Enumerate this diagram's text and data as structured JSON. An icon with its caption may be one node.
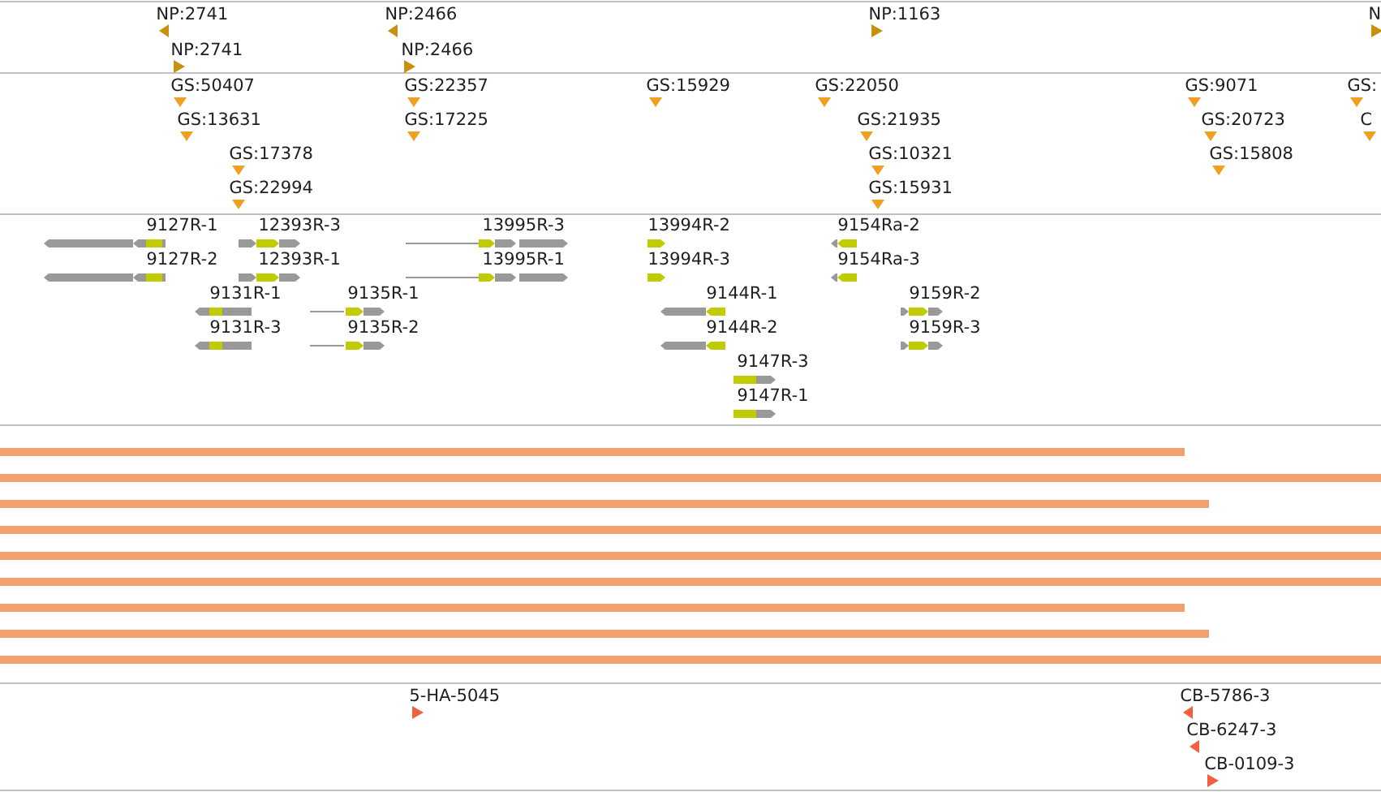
{
  "diagram": {
    "labels": [
      "NP:2741",
      "NP:2466",
      "NP:1163",
      "N",
      "NP:2741",
      "NP:2466",
      "GS:50407",
      "GS:22357",
      "GS:15929",
      "GS:22050",
      "GS:9071",
      "GS:",
      "GS:13631",
      "GS:17225",
      "GS:21935",
      "GS:20723",
      "C",
      "GS:17378",
      "GS:10321",
      "GS:15808",
      "GS:22994",
      "GS:15931",
      "9127R-1",
      "12393R-3",
      "13995R-3",
      "13994R-2",
      "9154Ra-2",
      "9127R-2",
      "12393R-1",
      "13995R-1",
      "13994R-3",
      "9154Ra-3",
      "9131R-1",
      "9135R-1",
      "9144R-1",
      "9159R-2",
      "9131R-3",
      "9135R-2",
      "9144R-2",
      "9159R-3",
      "9147R-3",
      "9147R-1",
      "5-HA-5045",
      "CB-5786-3",
      "CB-6247-3",
      "CB-0109-3"
    ]
  }
}
